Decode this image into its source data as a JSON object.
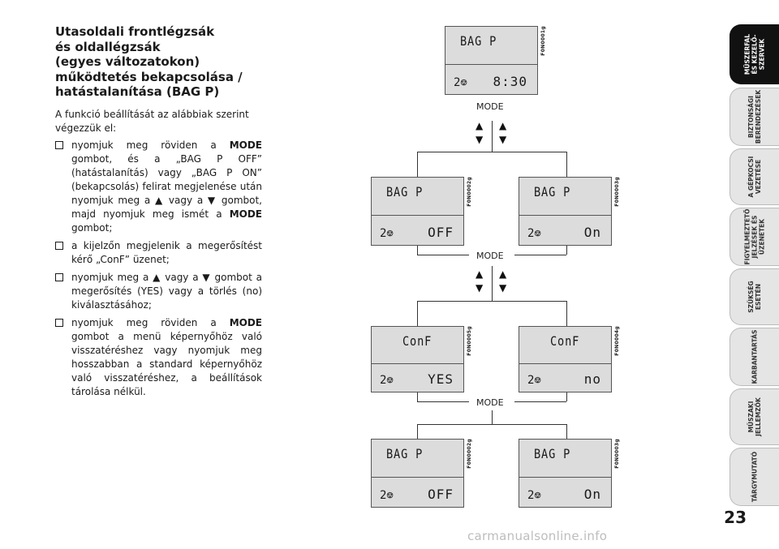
{
  "title": [
    "Utasoldali frontlégzsák",
    "és oldallégzsák",
    "(egyes változatokon)",
    "működtetés bekapcsolása /",
    "hatástalanítása (BAG P)"
  ],
  "intro": "A funkció beállítását az alábbiak szerint végezzük el:",
  "bullets": {
    "b1": {
      "a": "nyomjuk meg röviden a ",
      "mode1": "MODE",
      "b": " gombot, és a „BAG P OFF” (hatástalanítás) vagy „BAG P ON” (bekapcsolás) felirat megjelenése után nyomjuk meg a ▲ vagy a ▼ gombot, majd nyomjuk meg ismét a ",
      "mode2": "MODE",
      "c": " gombot;"
    },
    "b2": "a kijelzőn megjelenik a megerősítést kérő „ConF” üzenet;",
    "b3": "nyomjuk meg a ▲ vagy a ▼ gombot a megerősítés (YES) vagy a törlés (no) kiválasztásához;",
    "b4": {
      "a": "nyomjuk meg röviden a ",
      "mode": "MODE",
      "b": " gombot a menü képernyőhöz való visszatéréshez vagy nyomjuk meg hosszabban a standard képernyőhöz való visszatéréshez, a beállítások tárolása nélkül."
    }
  },
  "diagram": {
    "mode_label": "MODE",
    "arrow_up": "▲",
    "arrow_down": "▼",
    "icon": "2⎊",
    "displays": {
      "d0": {
        "line1": "BAG P",
        "line2": "8:30",
        "code": "F0N0001g"
      },
      "d1": {
        "line1": "BAG P",
        "line2": "OFF",
        "code": "F0N0002g"
      },
      "d2": {
        "line1": "BAG P",
        "line2": "On",
        "code": "F0N0003g"
      },
      "d3": {
        "line1": "ConF",
        "line2": "YES",
        "code": "F0N0005g"
      },
      "d4": {
        "line1": "ConF",
        "line2": "no",
        "code": "F0N0004g"
      },
      "d5": {
        "line1": "BAG P",
        "line2": "OFF",
        "code": "F0N0002g"
      },
      "d6": {
        "line1": "BAG P",
        "line2": "On",
        "code": "F0N0003g"
      }
    }
  },
  "tabs": [
    "MŰSZERFAL\nÉS KEZELŐ-\nSZERVEK",
    "BIZTONSÁGI\nBERENDEZÉSEK",
    "A GÉPKOCSI\nVEZETÉSE",
    "FIGYELMEZTETŐ\nJELZÉSEK ÉS\nÜZENETEK",
    "SZÜKSÉG\nESETÉN",
    "KARBANTARTÁS",
    "MŰSZAKI\nJELLEMZŐK",
    "TÁRGYMUTATÓ"
  ],
  "page_number": "23",
  "watermark": "carmanualsonline.info"
}
